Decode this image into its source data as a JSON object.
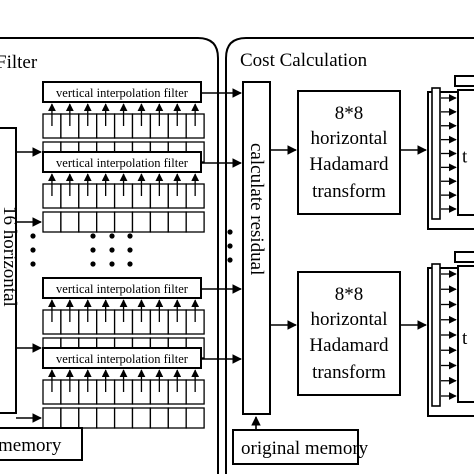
{
  "panels": {
    "filter": {
      "title": "Filter",
      "bottom_label": "memory"
    },
    "cost": {
      "title": "Cost Calculation",
      "bottom_label": "original memory"
    }
  },
  "vertical_filters": [
    {
      "label": "vertical interpolation filter"
    },
    {
      "label": "vertical interpolation filter"
    },
    {
      "label": "vertical interpolation filter"
    },
    {
      "label": "vertical interpolation filter"
    }
  ],
  "horizontal_filter_label": "16 horizontal",
  "residual_label": "calculate residual",
  "hadamard_blocks": [
    {
      "line1": "8*8",
      "line2": "horizontal",
      "line3": "Hadamard",
      "line4": "transform"
    },
    {
      "line1": "8*8",
      "line2": "horizontal",
      "line3": "Hadamard",
      "line4": "transform"
    }
  ],
  "right_block_letter": "t",
  "ellipsis_dots": "•"
}
